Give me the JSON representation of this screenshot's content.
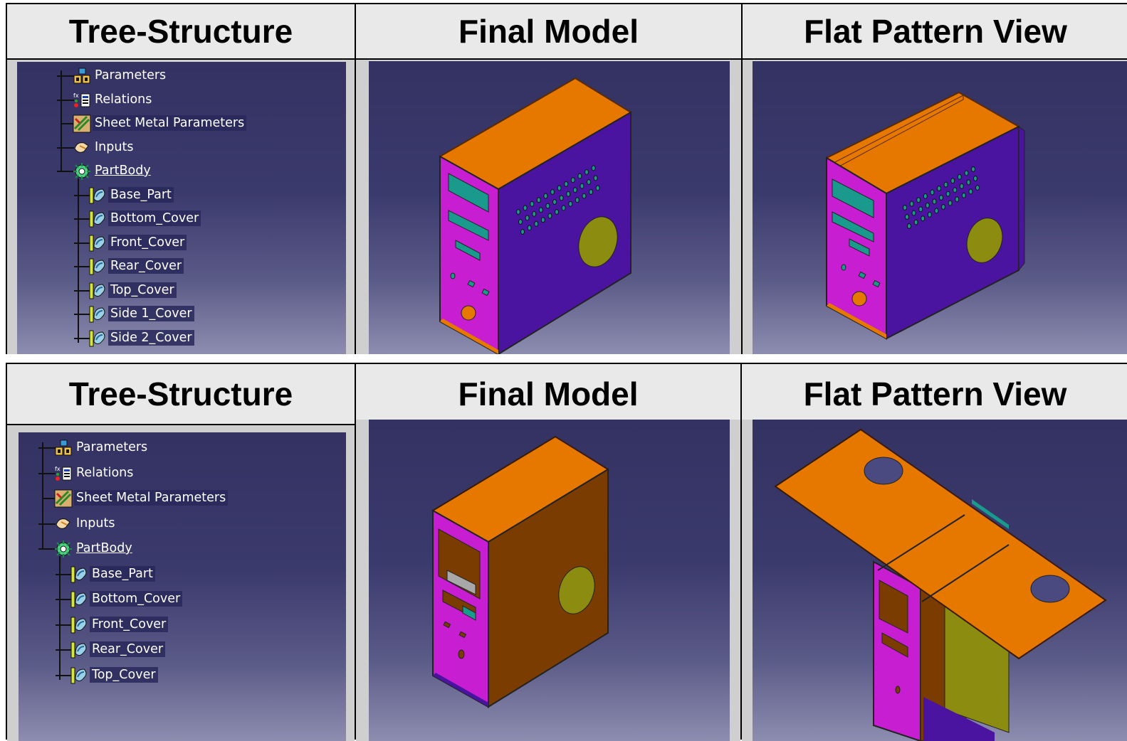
{
  "panels": [
    {
      "headers": {
        "tree": "Tree-Structure",
        "final": "Final Model",
        "flat": "Flat Pattern View"
      },
      "tree": {
        "top_items": [
          {
            "label": "Parameters",
            "icon": "parameters-icon",
            "expander": "plus"
          },
          {
            "label": "Relations",
            "icon": "relations-icon",
            "expander": "plus"
          },
          {
            "label": "Sheet Metal Parameters",
            "icon": "sheet-metal-parameters-icon",
            "expander": "none"
          },
          {
            "label": "Inputs",
            "icon": "inputs-icon",
            "expander": "plus"
          },
          {
            "label": "PartBody",
            "icon": "partbody-icon",
            "expander": "minus"
          }
        ],
        "children": [
          "Base_Part",
          "Bottom_Cover",
          "Front_Cover",
          "Rear_Cover",
          "Top_Cover",
          "Side 1_Cover",
          "Side 2_Cover"
        ]
      }
    },
    {
      "headers": {
        "tree": "Tree-Structure",
        "final": "Final Model",
        "flat": "Flat Pattern View"
      },
      "tree": {
        "top_items": [
          {
            "label": "Parameters",
            "icon": "parameters-icon",
            "expander": "plus"
          },
          {
            "label": "Relations",
            "icon": "relations-icon",
            "expander": "plus"
          },
          {
            "label": "Sheet Metal Parameters",
            "icon": "sheet-metal-parameters-icon",
            "expander": "none"
          },
          {
            "label": "Inputs",
            "icon": "inputs-icon",
            "expander": "plus"
          },
          {
            "label": "PartBody",
            "icon": "partbody-icon",
            "expander": "minus"
          }
        ],
        "children": [
          "Base_Part",
          "Bottom_Cover",
          "Front_Cover",
          "Rear_Cover",
          "Top_Cover"
        ]
      }
    }
  ],
  "colors": {
    "viewport_top": "#343262",
    "viewport_bottom": "#8d8db0",
    "orange": "#e67800",
    "magenta": "#c81ed2",
    "purple": "#4a14a0",
    "brown": "#7a3c00",
    "olive": "#8c8c10",
    "teal": "#1a9a8c",
    "header_bg": "#e9e9e9"
  }
}
